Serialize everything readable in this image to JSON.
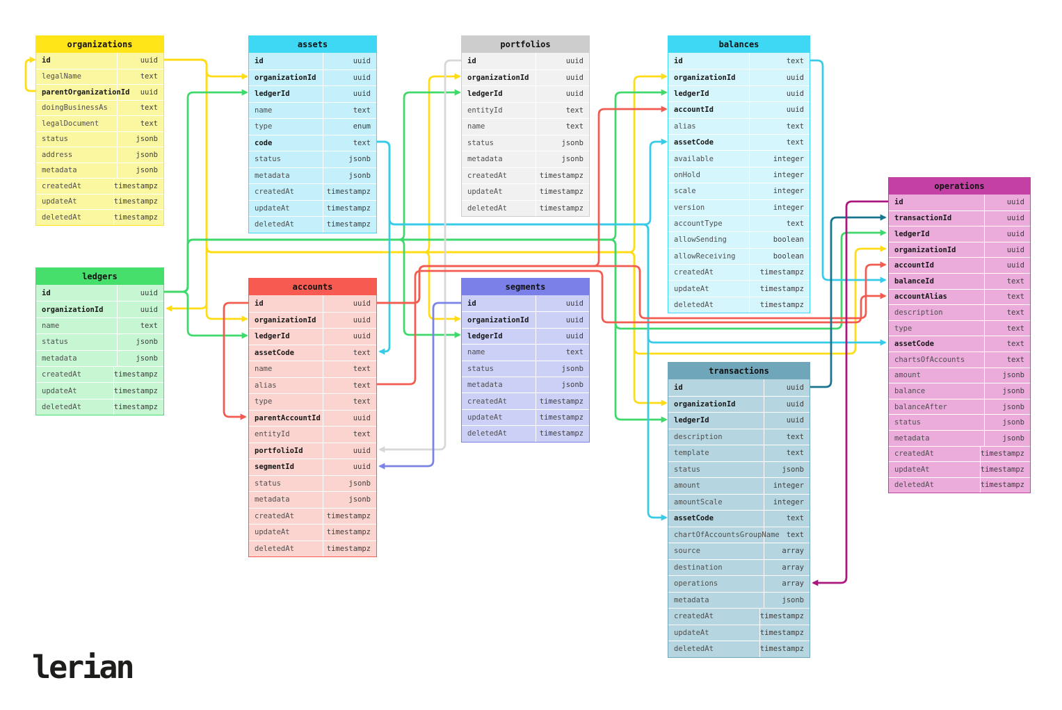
{
  "logo": "lerian",
  "colors": {
    "yellow": "#FFDC15",
    "green": "#3FD96B",
    "cyan": "#38CBE8",
    "red": "#F15B50",
    "gray": "#D7D7D7",
    "periwinkle": "#7B84E5",
    "teal": "#17748F",
    "magenta": "#AB157D"
  },
  "tables": [
    {
      "name": "organizations",
      "header_color": "#FFE417",
      "body_color": "#FBF7A0",
      "fields": [
        {
          "name": "id",
          "type": "uuid",
          "key": true
        },
        {
          "name": "legalName",
          "type": "text",
          "key": false
        },
        {
          "name": "parentOrganizationId",
          "type": "uuid",
          "key": true
        },
        {
          "name": "doingBusinessAs",
          "type": "text",
          "key": false
        },
        {
          "name": "legalDocument",
          "type": "text",
          "key": false
        },
        {
          "name": "status",
          "type": "jsonb",
          "key": false
        },
        {
          "name": "address",
          "type": "jsonb",
          "key": false
        },
        {
          "name": "metadata",
          "type": "jsonb",
          "key": false
        },
        {
          "name": "createdAt",
          "type": "timestampz",
          "key": false
        },
        {
          "name": "updateAt",
          "type": "timestampz",
          "key": false
        },
        {
          "name": "deletedAt",
          "type": "timestampz",
          "key": false
        }
      ]
    },
    {
      "name": "assets",
      "header_color": "#3ED8F4",
      "body_color": "#C3F0FA",
      "fields": [
        {
          "name": "id",
          "type": "uuid",
          "key": true
        },
        {
          "name": "organizationId",
          "type": "uuid",
          "key": true
        },
        {
          "name": "ledgerId",
          "type": "uuid",
          "key": true
        },
        {
          "name": "name",
          "type": "text",
          "key": false
        },
        {
          "name": "type",
          "type": "enum",
          "key": false
        },
        {
          "name": "code",
          "type": "text",
          "key": true
        },
        {
          "name": "status",
          "type": "jsonb",
          "key": false
        },
        {
          "name": "metadata",
          "type": "jsonb",
          "key": false
        },
        {
          "name": "createdAt",
          "type": "timestampz",
          "key": false
        },
        {
          "name": "updateAt",
          "type": "timestampz",
          "key": false
        },
        {
          "name": "deletedAt",
          "type": "timestampz",
          "key": false
        }
      ]
    },
    {
      "name": "portfolios",
      "header_color": "#CDCDCD",
      "body_color": "#F1F1F1",
      "fields": [
        {
          "name": "id",
          "type": "uuid",
          "key": true
        },
        {
          "name": "organizationId",
          "type": "uuid",
          "key": true
        },
        {
          "name": "ledgerId",
          "type": "uuid",
          "key": true
        },
        {
          "name": "entityId",
          "type": "text",
          "key": false
        },
        {
          "name": "name",
          "type": "text",
          "key": false
        },
        {
          "name": "status",
          "type": "jsonb",
          "key": false
        },
        {
          "name": "metadata",
          "type": "jsonb",
          "key": false
        },
        {
          "name": "createdAt",
          "type": "timestampz",
          "key": false
        },
        {
          "name": "updateAt",
          "type": "timestampz",
          "key": false
        },
        {
          "name": "deletedAt",
          "type": "timestampz",
          "key": false
        }
      ]
    },
    {
      "name": "balances",
      "header_color": "#3ED8F4",
      "body_color": "#D5F6FD",
      "fields": [
        {
          "name": "id",
          "type": "text",
          "key": true
        },
        {
          "name": "organizationId",
          "type": "uuid",
          "key": true
        },
        {
          "name": "ledgerId",
          "type": "uuid",
          "key": true
        },
        {
          "name": "accountId",
          "type": "uuid",
          "key": true
        },
        {
          "name": "alias",
          "type": "text",
          "key": false
        },
        {
          "name": "assetCode",
          "type": "text",
          "key": true
        },
        {
          "name": "available",
          "type": "integer",
          "key": false
        },
        {
          "name": "onHold",
          "type": "integer",
          "key": false
        },
        {
          "name": "scale",
          "type": "integer",
          "key": false
        },
        {
          "name": "version",
          "type": "integer",
          "key": false
        },
        {
          "name": "accountType",
          "type": "text",
          "key": false
        },
        {
          "name": "allowSending",
          "type": "boolean",
          "key": false
        },
        {
          "name": "allowReceiving",
          "type": "boolean",
          "key": false
        },
        {
          "name": "createdAt",
          "type": "timestampz",
          "key": false
        },
        {
          "name": "updateAt",
          "type": "timestampz",
          "key": false
        },
        {
          "name": "deletedAt",
          "type": "timestampz",
          "key": false
        }
      ]
    },
    {
      "name": "ledgers",
      "header_color": "#46DF6C",
      "body_color": "#C7F6D3",
      "fields": [
        {
          "name": "id",
          "type": "uuid",
          "key": true
        },
        {
          "name": "organizationId",
          "type": "uuid",
          "key": true
        },
        {
          "name": "name",
          "type": "text",
          "key": false
        },
        {
          "name": "status",
          "type": "jsonb",
          "key": false
        },
        {
          "name": "metadata",
          "type": "jsonb",
          "key": false
        },
        {
          "name": "createdAt",
          "type": "timestampz",
          "key": false
        },
        {
          "name": "updateAt",
          "type": "timestampz",
          "key": false
        },
        {
          "name": "deletedAt",
          "type": "timestampz",
          "key": false
        }
      ]
    },
    {
      "name": "accounts",
      "header_color": "#F65A51",
      "body_color": "#FCD4CF",
      "fields": [
        {
          "name": "id",
          "type": "uuid",
          "key": true
        },
        {
          "name": "organizationId",
          "type": "uuid",
          "key": true
        },
        {
          "name": "ledgerId",
          "type": "uuid",
          "key": true
        },
        {
          "name": "assetCode",
          "type": "text",
          "key": true
        },
        {
          "name": "name",
          "type": "text",
          "key": false
        },
        {
          "name": "alias",
          "type": "text",
          "key": false
        },
        {
          "name": "type",
          "type": "text",
          "key": false
        },
        {
          "name": "parentAccountId",
          "type": "uuid",
          "key": true
        },
        {
          "name": "entityId",
          "type": "text",
          "key": false
        },
        {
          "name": "portfolioId",
          "type": "uuid",
          "key": true
        },
        {
          "name": "segmentId",
          "type": "uuid",
          "key": true
        },
        {
          "name": "status",
          "type": "jsonb",
          "key": false
        },
        {
          "name": "metadata",
          "type": "jsonb",
          "key": false
        },
        {
          "name": "createdAt",
          "type": "timestampz",
          "key": false
        },
        {
          "name": "updateAt",
          "type": "timestampz",
          "key": false
        },
        {
          "name": "deletedAt",
          "type": "timestampz",
          "key": false
        }
      ]
    },
    {
      "name": "segments",
      "header_color": "#7A80E8",
      "body_color": "#CDD0F6",
      "fields": [
        {
          "name": "id",
          "type": "uuid",
          "key": true
        },
        {
          "name": "organizationId",
          "type": "uuid",
          "key": true
        },
        {
          "name": "ledgerId",
          "type": "uuid",
          "key": true
        },
        {
          "name": "name",
          "type": "text",
          "key": false
        },
        {
          "name": "status",
          "type": "jsonb",
          "key": false
        },
        {
          "name": "metadata",
          "type": "jsonb",
          "key": false
        },
        {
          "name": "createdAt",
          "type": "timestampz",
          "key": false
        },
        {
          "name": "updateAt",
          "type": "timestampz",
          "key": false
        },
        {
          "name": "deletedAt",
          "type": "timestampz",
          "key": false
        }
      ]
    },
    {
      "name": "transactions",
      "header_color": "#6FA6BA",
      "body_color": "#B5D6E0",
      "fields": [
        {
          "name": "id",
          "type": "uuid",
          "key": true
        },
        {
          "name": "organizationId",
          "type": "uuid",
          "key": true
        },
        {
          "name": "ledgerId",
          "type": "uuid",
          "key": true
        },
        {
          "name": "description",
          "type": "text",
          "key": false
        },
        {
          "name": "template",
          "type": "text",
          "key": false
        },
        {
          "name": "status",
          "type": "jsonb",
          "key": false
        },
        {
          "name": "amount",
          "type": "integer",
          "key": false
        },
        {
          "name": "amountScale",
          "type": "integer",
          "key": false
        },
        {
          "name": "assetCode",
          "type": "text",
          "key": true
        },
        {
          "name": "chartOfAccountsGroupName",
          "type": "text",
          "key": false
        },
        {
          "name": "source",
          "type": "array",
          "key": false
        },
        {
          "name": "destination",
          "type": "array",
          "key": false
        },
        {
          "name": "operations",
          "type": "array",
          "key": false
        },
        {
          "name": "metadata",
          "type": "jsonb",
          "key": false
        },
        {
          "name": "createdAt",
          "type": "timestampz",
          "key": false
        },
        {
          "name": "updateAt",
          "type": "timestampz",
          "key": false
        },
        {
          "name": "deletedAt",
          "type": "timestampz",
          "key": false
        }
      ]
    },
    {
      "name": "operations",
      "header_color": "#C341A5",
      "body_color": "#EBACDC",
      "fields": [
        {
          "name": "id",
          "type": "uuid",
          "key": true
        },
        {
          "name": "transactionId",
          "type": "uuid",
          "key": true
        },
        {
          "name": "ledgerId",
          "type": "uuid",
          "key": true
        },
        {
          "name": "organizationId",
          "type": "uuid",
          "key": true
        },
        {
          "name": "accountId",
          "type": "uuid",
          "key": true
        },
        {
          "name": "balanceId",
          "type": "text",
          "key": true
        },
        {
          "name": "accountAlias",
          "type": "text",
          "key": true
        },
        {
          "name": "description",
          "type": "text",
          "key": false
        },
        {
          "name": "type",
          "type": "text",
          "key": false
        },
        {
          "name": "assetCode",
          "type": "text",
          "key": true
        },
        {
          "name": "chartsOfAccounts",
          "type": "text",
          "key": false
        },
        {
          "name": "amount",
          "type": "jsonb",
          "key": false
        },
        {
          "name": "balance",
          "type": "jsonb",
          "key": false
        },
        {
          "name": "balanceAfter",
          "type": "jsonb",
          "key": false
        },
        {
          "name": "status",
          "type": "jsonb",
          "key": false
        },
        {
          "name": "metadata",
          "type": "jsonb",
          "key": false
        },
        {
          "name": "createdAt",
          "type": "timestampz",
          "key": false
        },
        {
          "name": "updateAt",
          "type": "timestampz",
          "key": false
        },
        {
          "name": "deletedAt",
          "type": "timestampz",
          "key": false
        }
      ]
    }
  ],
  "relationships": [
    {
      "from": "organizations.parentOrganizationId",
      "to": "organizations.id",
      "color": "yellow"
    },
    {
      "from": "organizations.id",
      "to": "assets.organizationId",
      "color": "yellow"
    },
    {
      "from": "organizations.id",
      "to": "ledgers.organizationId",
      "color": "yellow"
    },
    {
      "from": "organizations.id",
      "to": "accounts.organizationId",
      "color": "yellow"
    },
    {
      "from": "organizations.id",
      "to": "portfolios.organizationId",
      "color": "yellow"
    },
    {
      "from": "organizations.id",
      "to": "segments.organizationId",
      "color": "yellow"
    },
    {
      "from": "organizations.id",
      "to": "balances.organizationId",
      "color": "yellow"
    },
    {
      "from": "organizations.id",
      "to": "transactions.organizationId",
      "color": "yellow"
    },
    {
      "from": "organizations.id",
      "to": "operations.organizationId",
      "color": "yellow"
    },
    {
      "from": "ledgers.id",
      "to": "assets.ledgerId",
      "color": "green"
    },
    {
      "from": "ledgers.id",
      "to": "accounts.ledgerId",
      "color": "green"
    },
    {
      "from": "ledgers.id",
      "to": "portfolios.ledgerId",
      "color": "green"
    },
    {
      "from": "ledgers.id",
      "to": "segments.ledgerId",
      "color": "green"
    },
    {
      "from": "ledgers.id",
      "to": "balances.ledgerId",
      "color": "green"
    },
    {
      "from": "ledgers.id",
      "to": "transactions.ledgerId",
      "color": "green"
    },
    {
      "from": "ledgers.id",
      "to": "operations.ledgerId",
      "color": "green"
    },
    {
      "from": "assets.code",
      "to": "accounts.assetCode",
      "color": "cyan"
    },
    {
      "from": "assets.code",
      "to": "balances.assetCode",
      "color": "cyan"
    },
    {
      "from": "assets.code",
      "to": "transactions.assetCode",
      "color": "cyan"
    },
    {
      "from": "assets.code",
      "to": "operations.assetCode",
      "color": "cyan"
    },
    {
      "from": "balances.id",
      "to": "operations.balanceId",
      "color": "cyan"
    },
    {
      "from": "portfolios.id",
      "to": "accounts.portfolioId",
      "color": "gray"
    },
    {
      "from": "segments.id",
      "to": "accounts.segmentId",
      "color": "periwinkle"
    },
    {
      "from": "accounts.id",
      "to": "accounts.parentAccountId",
      "color": "red"
    },
    {
      "from": "accounts.id",
      "to": "balances.accountId",
      "color": "red"
    },
    {
      "from": "accounts.id",
      "to": "operations.accountId",
      "color": "red"
    },
    {
      "from": "accounts.alias",
      "to": "operations.accountAlias",
      "color": "red"
    },
    {
      "from": "transactions.id",
      "to": "operations.transactionId",
      "color": "teal"
    },
    {
      "from": "operations.id",
      "to": "transactions.operations",
      "color": "magenta"
    }
  ]
}
